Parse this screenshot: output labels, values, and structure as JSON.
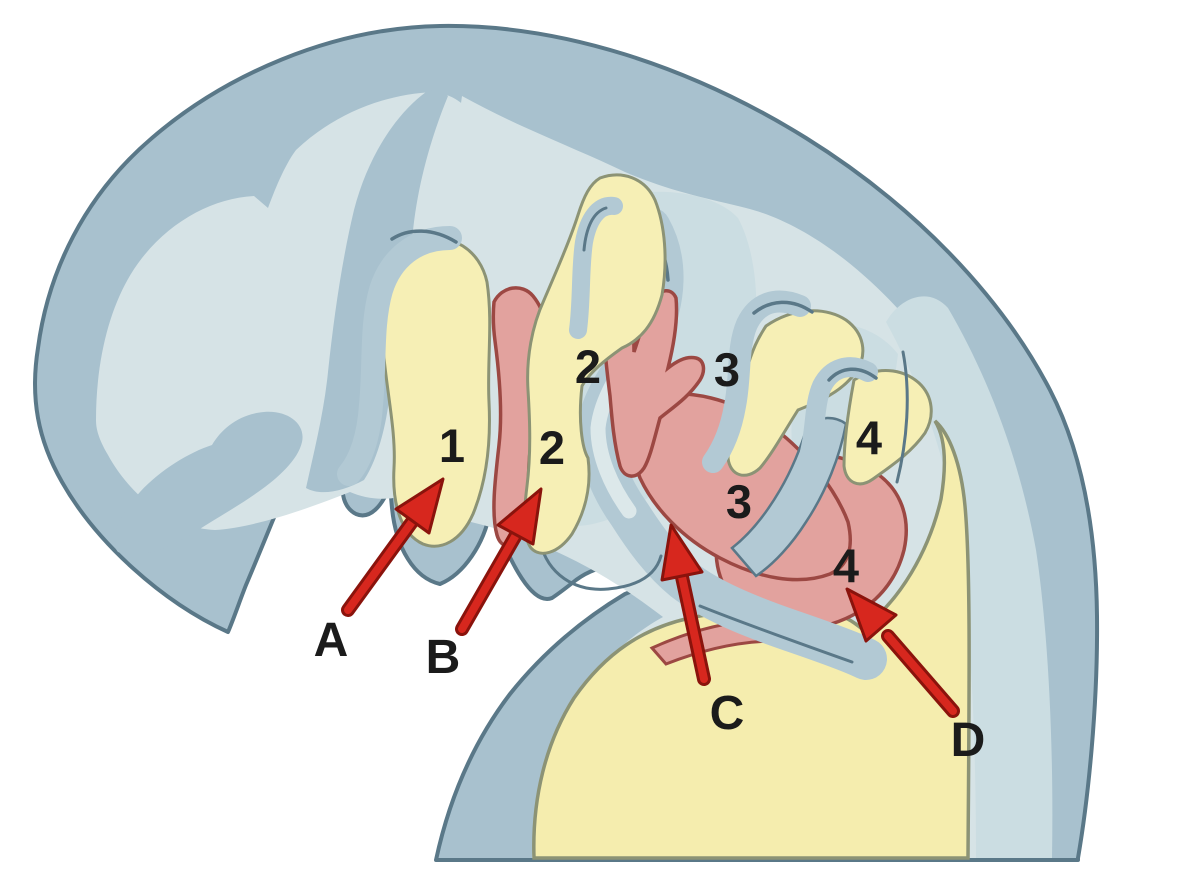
{
  "figure": {
    "description_labels_visible_only": true,
    "numbers": {
      "arch1": "1",
      "arch2": "2",
      "cleft2": "2",
      "cleft3": "3",
      "pouch3": "3",
      "cleft4": "4",
      "pouch4": "4"
    },
    "arrows": {
      "a": "A",
      "b": "B",
      "c": "C",
      "d": "D"
    }
  },
  "colors": {
    "background": "#ffffff",
    "body_outer_blue": "#a8c1ce",
    "body_inner_light": "#d6e3e6",
    "cleft_river_light": "#cbdde2",
    "band_stripe_light": "#dce8ea",
    "outline_dark": "#5a7888",
    "arch_yellow": "#f6efb5",
    "arch_yellow_stroke": "#8c9375",
    "heart_yellow": "#f5edae",
    "pouch_pink": "#e2a29e",
    "pouch_pink_stroke": "#9c4843",
    "arrow_red": "#d7271e",
    "arrow_red_stroke": "#8a130c",
    "label_text": "#1b1b1b"
  }
}
